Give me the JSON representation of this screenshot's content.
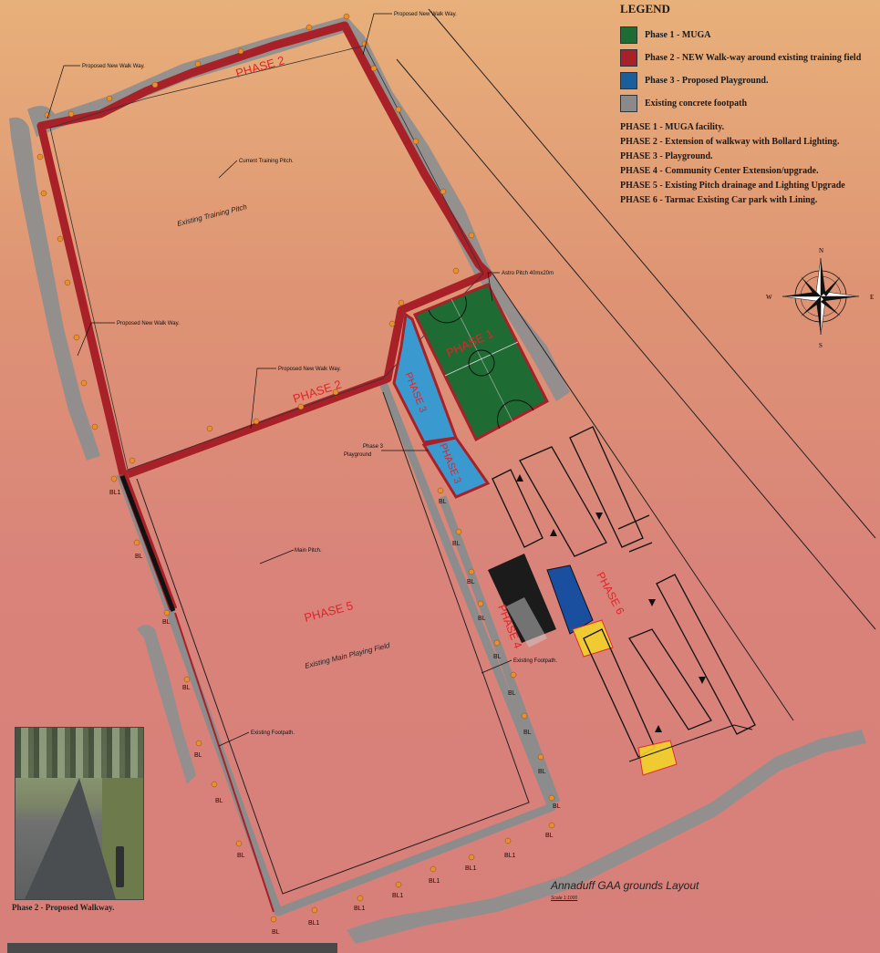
{
  "legend": {
    "title": "LEGEND",
    "items": [
      {
        "color": "#1f6b34",
        "label": "Phase 1 - MUGA"
      },
      {
        "color": "#a82128",
        "label": "Phase 2 - NEW Walk-way around existing training field"
      },
      {
        "color": "#1a5f9c",
        "label": "Phase 3 - Proposed Playground."
      },
      {
        "color": "#8a8a8a",
        "label": "Existing concrete footpath"
      }
    ],
    "phases": [
      "PHASE 1 - MUGA facility.",
      "PHASE 2 - Extension of walkway with Bollard Lighting.",
      "PHASE 3 - Playground.",
      "PHASE 4 - Community Center Extension/upgrade.",
      "PHASE 5 - Existing Pitch drainage and Lighting Upgrade",
      "PHASE 6 - Tarmac Existing Car park with Lining."
    ]
  },
  "compass": {
    "n": "N",
    "s": "S",
    "e": "E",
    "w": "W"
  },
  "map_labels": {
    "phase1": "PHASE 1",
    "phase2_top": "PHASE 2",
    "phase2_mid": "PHASE 2",
    "phase3_a": "PHASE 3",
    "phase3_b": "PHASE 3",
    "phase4": "PHASE 4",
    "phase5": "PHASE 5",
    "phase6": "PHASE 6",
    "training_pitch": "Existing Training Pitch",
    "main_field": "Existing Main Playing Field"
  },
  "annotations": {
    "walkway_top_left": "Proposed New Walk Way.",
    "walkway_top_right": "Proposed New Walk Way.",
    "walkway_left": "Proposed New Walk Way.",
    "walkway_mid": "Proposed New Walk Way.",
    "current_training": "Current Training Pitch.",
    "astro": "Astro Pitch 40mx20m",
    "playground_1": "Phase 3",
    "playground_2": "Playground",
    "main_pitch": "Main Pitch.",
    "footpath_right": "Existing Footpath.",
    "footpath_left": "Existing Footpath."
  },
  "bollard_labels": {
    "bl": "BL",
    "bl1": "BL1"
  },
  "photo_caption": "Phase 2 - Proposed Walkway.",
  "title": "Annaduff GAA grounds Layout",
  "scale": "Scale 1:1000",
  "colors": {
    "muga": "#1f6b34",
    "walkway": "#a82128",
    "playground": "#3a9ad0",
    "footpath": "#8a8a8a",
    "label_red": "#e0242a",
    "lighting": "#e8902e",
    "yellow": "#f2d22b"
  }
}
